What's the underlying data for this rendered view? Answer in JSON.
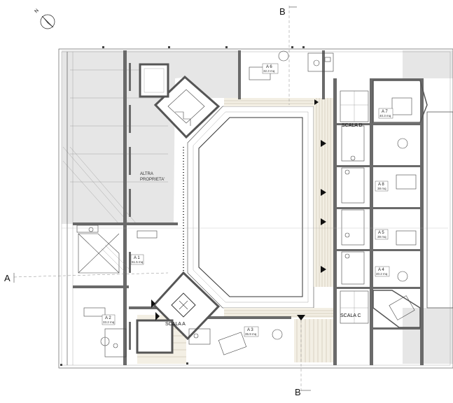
{
  "north": {
    "glyph": "N"
  },
  "sections": {
    "b_top": "B",
    "b_bottom": "B",
    "a_left": "A"
  },
  "zones": {
    "other_property_line1": "ALTRA",
    "other_property_line2": "PROPRIETA'"
  },
  "stairs": {
    "a": "SCALA A",
    "c": "SCALA C",
    "d": "SCALA D"
  },
  "units": [
    {
      "id": "A 1",
      "area": "61.5 mq"
    },
    {
      "id": "A 2",
      "area": "33.2 mq"
    },
    {
      "id": "A 3",
      "area": "35.9 mq"
    },
    {
      "id": "A 4",
      "area": "40.2 mq"
    },
    {
      "id": "A 5",
      "area": "39 mq"
    },
    {
      "id": "A 6",
      "area": "32.3 mq"
    },
    {
      "id": "A 7",
      "area": "40.3 mq"
    },
    {
      "id": "A 8",
      "area": "38 mq"
    }
  ],
  "colors": {
    "ink": "#222222",
    "shade": "#e4e4e4",
    "wall": "#6a6a6a",
    "paving": "#b0a890"
  }
}
